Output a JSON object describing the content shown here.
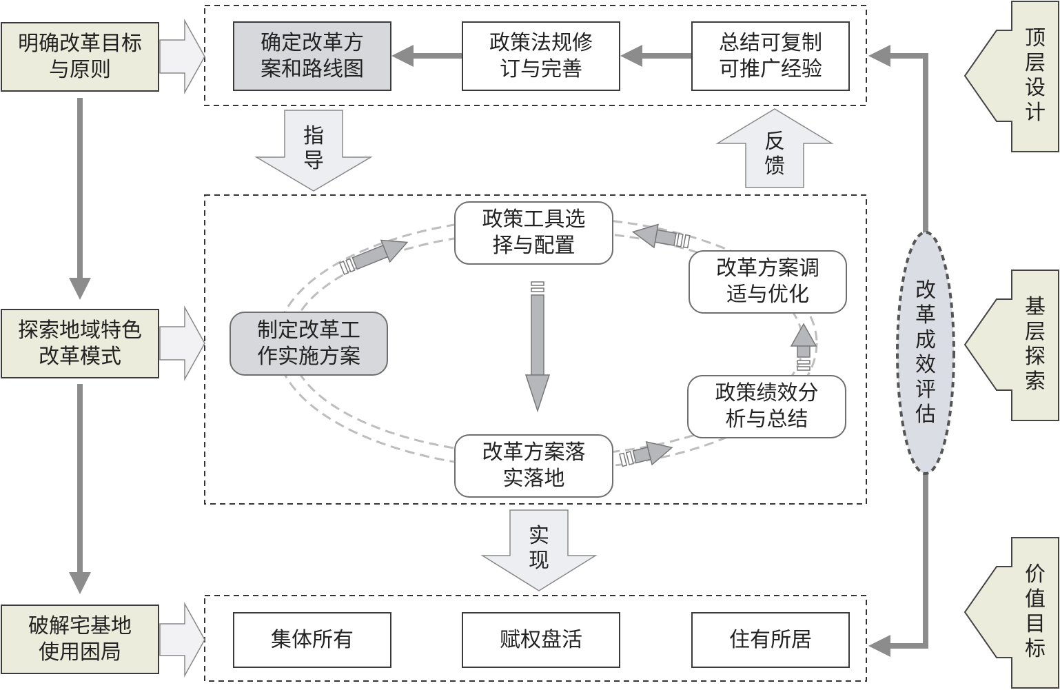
{
  "left_column": [
    {
      "label": "明确改革目标\n与原则"
    },
    {
      "label": "探索地域特色\n改革模式"
    },
    {
      "label": "破解宅基地\n使用困局"
    }
  ],
  "top_section": [
    {
      "label": "确定改革方\n案和路线图"
    },
    {
      "label": "政策法规修\n订与完善"
    },
    {
      "label": "总结可复制\n可推广经验"
    }
  ],
  "arrows": {
    "guide": "指\n导",
    "feedback": "反\n馈",
    "realize": "实\n现"
  },
  "cycle": {
    "center": "制定改革工\n作实施方案",
    "tools": "政策工具选\n择与配置",
    "adjust": "改革方案调\n适与优化",
    "performance": "政策绩效分\n析与总结",
    "implement": "改革方案落\n实落地"
  },
  "bottom_section": [
    {
      "label": "集体所有"
    },
    {
      "label": "赋权盘活"
    },
    {
      "label": "住有所居"
    }
  ],
  "evaluation": "改\n革\n成\n效\n评\n估",
  "right_column": [
    {
      "label": "顶\n层\n设\n计"
    },
    {
      "label": "基\n层\n探\n索"
    },
    {
      "label": "价\n值\n目\n标"
    }
  ],
  "colors": {
    "left_fill": "#ececdc",
    "grey_fill": "#d6d8dc",
    "arrow_grey": "#8c8c8c",
    "dashed": "#333333"
  }
}
